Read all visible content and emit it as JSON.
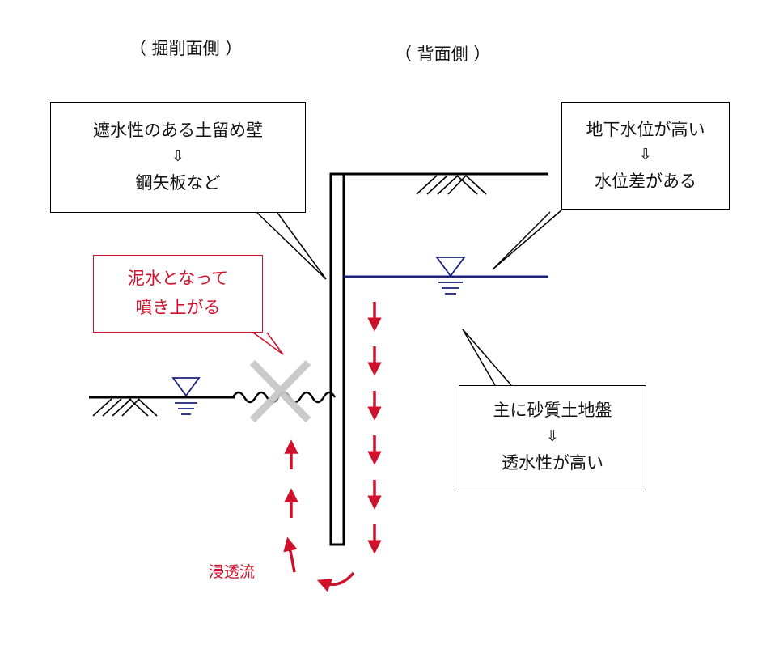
{
  "labels": {
    "excavation_side": "（ 掘削面側 ）",
    "back_side": "（ 背面側 ）",
    "seepage_flow": "浸透流"
  },
  "callouts": {
    "wall": {
      "line1": "遮水性のある土留め壁",
      "arrow": "⇩",
      "line2": "鋼矢板など"
    },
    "groundwater": {
      "line1": "地下水位が高い",
      "arrow": "⇩",
      "line2": "水位差がある"
    },
    "soil": {
      "line1": "主に砂質土地盤",
      "arrow": "⇩",
      "line2": "透水性が高い"
    },
    "mud": {
      "line1": "泥水となって",
      "line2": "噴き上がる"
    }
  },
  "colors": {
    "red": "#d0112b",
    "blue": "#1a237e",
    "gray": "#c8c8c8",
    "black": "#000000"
  }
}
